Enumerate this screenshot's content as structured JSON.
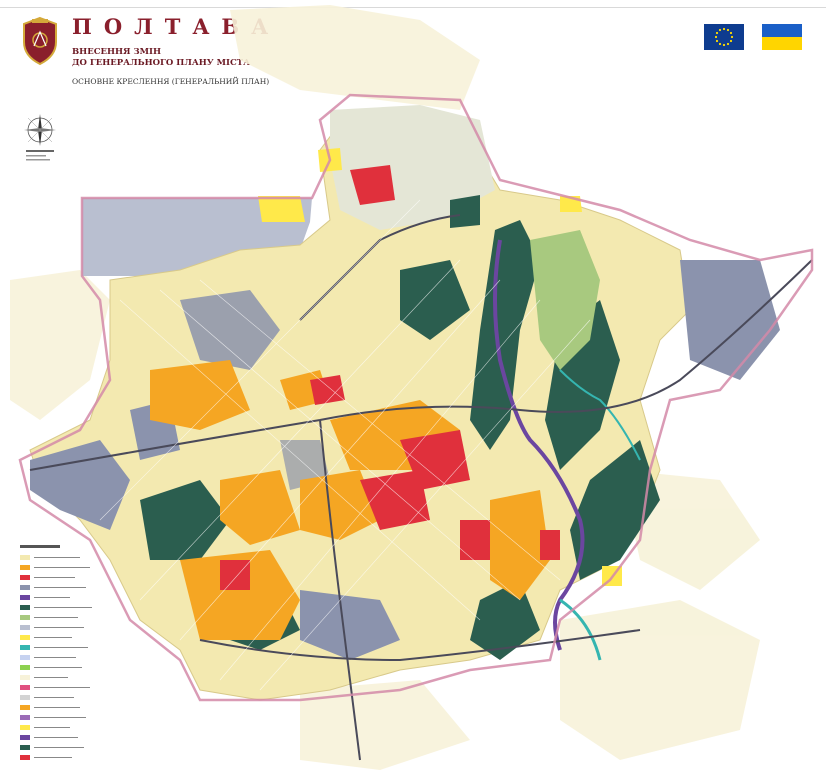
{
  "header": {
    "title": "ПОЛТАВА",
    "subtitle_line1": "ВНЕСЕННЯ ЗМІН",
    "subtitle_line2": "ДО ГЕНЕРАЛЬНОГО ПЛАНУ МІСТА",
    "caption": "ОСНОВНЕ КРЕСЛЕННЯ (ГЕНЕРАЛЬНИЙ ПЛАН)"
  },
  "flags": {
    "eu_blue": "#0e3c8f",
    "eu_star": "#ffdd00",
    "ua_blue": "#1a5fc7",
    "ua_yellow": "#ffd500"
  },
  "crest": {
    "shield": "#8a1f2c",
    "border": "#d4a93a"
  },
  "map_colors": {
    "residential_low": "#f3e9b0",
    "residential_multi": "#f5a623",
    "public_center": "#e0303c",
    "green": "#2b5e4f",
    "park": "#a8c97f",
    "industrial": "#8b93ad",
    "water": "#6b46a0",
    "airfield": "#b9bfd0",
    "suburban": "#f7f2d9",
    "roads": "#e05080"
  },
  "icons": [
    "coat-of-arms-icon",
    "eu-flag-icon",
    "ukraine-flag-icon",
    "compass-rose-icon"
  ]
}
